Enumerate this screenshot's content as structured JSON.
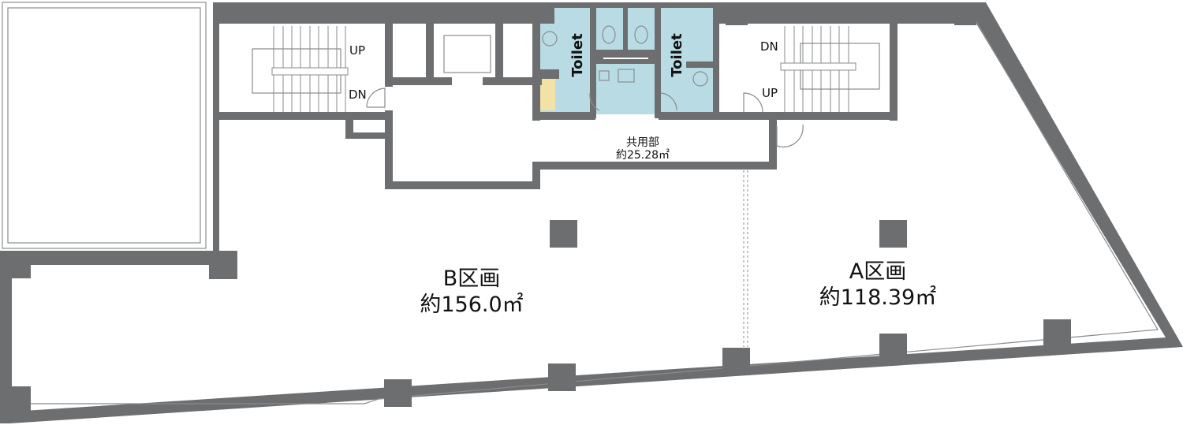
{
  "colors": {
    "wall": "#6d6e70",
    "toilet": "#b9dce4",
    "storage": "#f3e2a6"
  },
  "common_area": {
    "name": "共用部",
    "area": "約25.28㎡"
  },
  "section_b": {
    "name": "B区画",
    "area": "約156.0㎡"
  },
  "section_a": {
    "name": "A区画",
    "area": "約118.39㎡"
  },
  "toilets": [
    "Toilet",
    "Toilet"
  ],
  "stairs_left": {
    "up": "UP",
    "down": "DN"
  },
  "stairs_right": {
    "up": "UP",
    "down": "DN"
  }
}
